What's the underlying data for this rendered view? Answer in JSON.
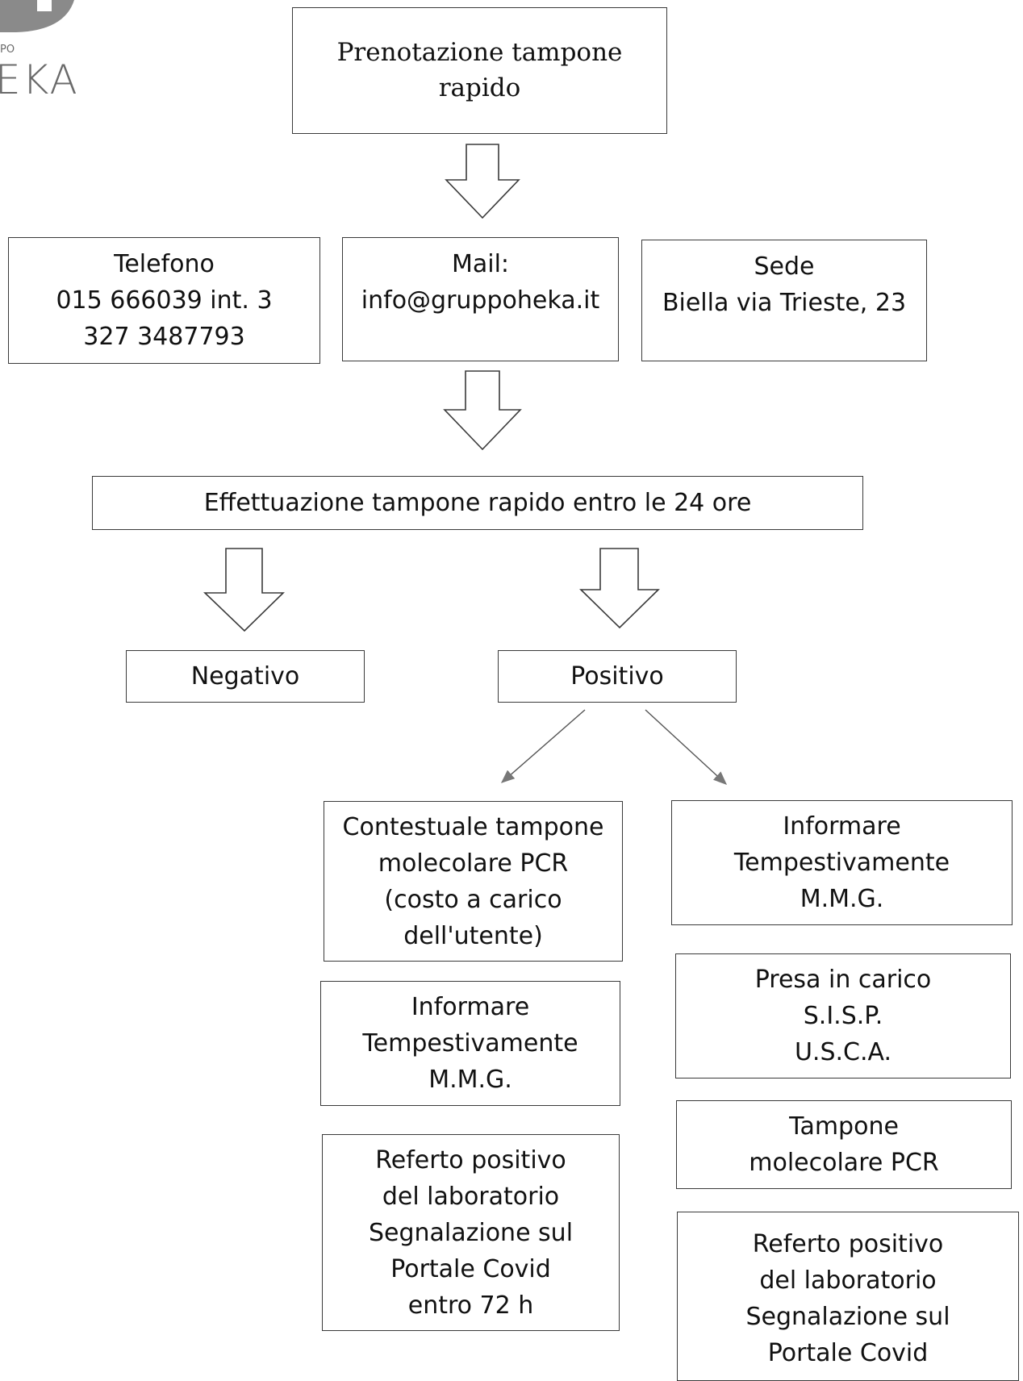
{
  "logo": {
    "small_text": "PO",
    "word": "EKA"
  },
  "booking": {
    "lines": [
      "Prenotazione tampone",
      "rapido"
    ]
  },
  "phone": {
    "lines": [
      "Telefono",
      "015 666039 int. 3",
      "327 3487793"
    ]
  },
  "mail": {
    "lines": [
      "Mail:",
      "info@gruppoheka.it"
    ]
  },
  "office": {
    "lines": [
      "Sede",
      "Biella via Trieste, 23"
    ]
  },
  "execution": {
    "lines": [
      "Effettuazione tampone rapido entro le 24 ore"
    ]
  },
  "negative": {
    "lines": [
      "Negativo"
    ]
  },
  "positive": {
    "lines": [
      "Positivo"
    ]
  },
  "left_branch": {
    "pcr_context": {
      "lines": [
        "Contestuale tampone",
        "molecolare PCR",
        "(costo a carico",
        "dell'utente)"
      ]
    },
    "inform_gp": {
      "lines": [
        "Informare",
        "Tempestivamente",
        "M.M.G."
      ]
    },
    "report": {
      "lines": [
        "Referto positivo",
        "del laboratorio",
        "Segnalazione sul",
        "Portale Covid",
        "entro 72 h"
      ]
    }
  },
  "right_branch": {
    "inform_gp": {
      "lines": [
        "Informare",
        "Tempestivamente",
        "M.M.G."
      ]
    },
    "taken_in_charge": {
      "lines": [
        "Presa in carico",
        "S.I.S.P.",
        "U.S.C.A."
      ]
    },
    "pcr": {
      "lines": [
        "Tampone",
        "molecolare PCR"
      ]
    },
    "report": {
      "lines": [
        "Referto positivo",
        "del laboratorio",
        "Segnalazione sul",
        "Portale Covid"
      ]
    }
  }
}
